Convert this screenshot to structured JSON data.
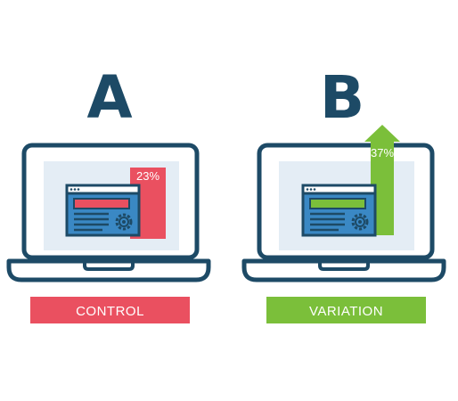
{
  "panels": [
    {
      "letter": "A",
      "percent_text": "23%",
      "label": "CONTROL",
      "accent_color": "#ea5060"
    },
    {
      "letter": "B",
      "percent_text": "37%",
      "label": "VARIATION",
      "accent_color": "#7bbf3a"
    }
  ],
  "colors": {
    "outline": "#1d4a66",
    "screen_bg": "#e4edf5",
    "browser_fill": "#3a88c4",
    "icon_names": [
      "laptop-icon",
      "browser-window-icon",
      "gear-icon",
      "arrow-up-icon"
    ]
  }
}
